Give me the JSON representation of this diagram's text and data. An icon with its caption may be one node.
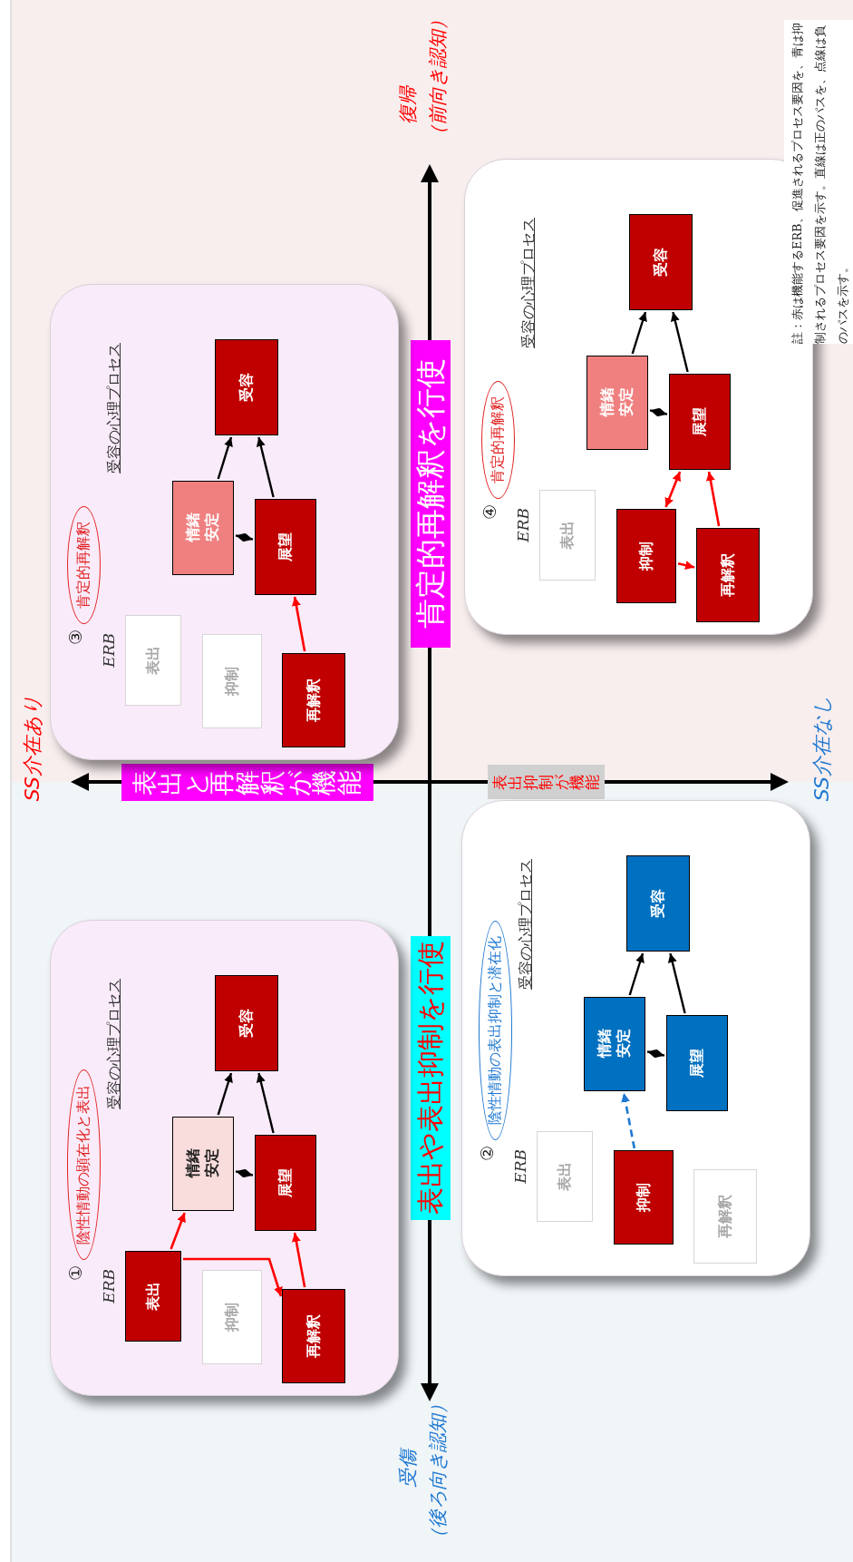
{
  "diagram": {
    "nodes": [
      {
        "text": [
          "①",
          "ERB",
          "受容の心理プロセス"
        ]
      },
      {
        "text": [
          "陰性情動の顕在化と表出"
        ],
        "in": 0
      },
      {
        "text": [
          "表出"
        ],
        "in": 0
      },
      {
        "text": [
          "抑制"
        ],
        "in": 0
      },
      {
        "text": [
          "再解釈"
        ],
        "in": 0
      },
      {
        "text": [
          "情緒安定"
        ],
        "in": 0
      },
      {
        "text": [
          "展望"
        ],
        "in": 0
      },
      {
        "text": [
          "受容"
        ],
        "in": 0
      },
      {
        "text": [
          "②",
          "ERB",
          "受容の心理プロセス"
        ]
      },
      {
        "text": [
          "陰性情動の表出抑制と潜在化"
        ],
        "in": 8
      },
      {
        "text": [
          "表出"
        ],
        "in": 8
      },
      {
        "text": [
          "抑制"
        ],
        "in": 8
      },
      {
        "text": [
          "再解釈"
        ],
        "in": 8
      },
      {
        "text": [
          "情緒安定"
        ],
        "in": 8
      },
      {
        "text": [
          "展望"
        ],
        "in": 8
      },
      {
        "text": [
          "受容"
        ],
        "in": 8
      },
      {
        "text": [
          "③",
          "ERB",
          "受容の心理プロセス"
        ]
      },
      {
        "text": [
          "肯定的再解釈"
        ],
        "in": 16
      },
      {
        "text": [
          "表出"
        ],
        "in": 16
      },
      {
        "text": [
          "抑制"
        ],
        "in": 16
      },
      {
        "text": [
          "再解釈"
        ],
        "in": 16
      },
      {
        "text": [
          "情緒安定"
        ],
        "in": 16
      },
      {
        "text": [
          "展望"
        ],
        "in": 16
      },
      {
        "text": [
          "受容"
        ],
        "in": 16
      },
      {
        "text": [
          "④",
          "ERB",
          "受容の心理プロセス"
        ]
      },
      {
        "text": [
          "肯定的再解釈"
        ],
        "in": 24
      },
      {
        "text": [
          "表出"
        ],
        "in": 24
      },
      {
        "text": [
          "抑制"
        ],
        "in": 24
      },
      {
        "text": [
          "再解釈"
        ],
        "in": 24
      },
      {
        "text": [
          "情緒安定"
        ],
        "in": 24
      },
      {
        "text": [
          "展望"
        ],
        "in": 24
      },
      {
        "text": [
          "受容"
        ],
        "in": 24
      }
    ],
    "edges": [
      {
        "from": 2,
        "to": 5,
        "arrow": "to",
        "color": "#ff0000"
      },
      {
        "from": 2,
        "to": 4,
        "arrow": "to",
        "color": "#ff0000"
      },
      {
        "from": 4,
        "to": 6,
        "arrow": "to",
        "color": "#ff0000"
      },
      {
        "from": 5,
        "to": 6,
        "arrow": "both"
      },
      {
        "from": 5,
        "to": 7,
        "arrow": "to"
      },
      {
        "from": 6,
        "to": 7,
        "arrow": "to"
      },
      {
        "from": 11,
        "to": 13,
        "arrow": "to",
        "style": "dashed",
        "color": "#1f78d1"
      },
      {
        "from": 13,
        "to": 14,
        "arrow": "both"
      },
      {
        "from": 13,
        "to": 15,
        "arrow": "to"
      },
      {
        "from": 14,
        "to": 15,
        "arrow": "to"
      },
      {
        "from": 20,
        "to": 22,
        "arrow": "to",
        "color": "#ff0000"
      },
      {
        "from": 21,
        "to": 22,
        "arrow": "both"
      },
      {
        "from": 21,
        "to": 23,
        "arrow": "to"
      },
      {
        "from": 22,
        "to": 23,
        "arrow": "to"
      },
      {
        "from": 27,
        "to": 30,
        "arrow": "both",
        "color": "#ff0000"
      },
      {
        "from": 28,
        "to": 30,
        "arrow": "to",
        "color": "#ff0000"
      },
      {
        "from": 27,
        "to": 28,
        "arrow": "to",
        "color": "#ff0000"
      },
      {
        "from": 29,
        "to": 30,
        "arrow": "both"
      },
      {
        "from": 29,
        "to": 31,
        "arrow": "to"
      },
      {
        "from": 30,
        "to": 31,
        "arrow": "to"
      }
    ],
    "labels": [
      "註：赤は機能するERB、促進されるプロセス要因を、青は抑制されるプロセス要因を示す。直線は正のパスを、点線は負のパスを示す。",
      "復帰",
      "（前向き認知）",
      "肯定的再解釈を行使",
      "SS介在あり",
      "表出と再解釈が機能",
      "表出抑制が機能",
      "SS介在なし",
      "表出や表出抑制を行使",
      "受傷",
      "（後ろ向き認知）"
    ]
  }
}
